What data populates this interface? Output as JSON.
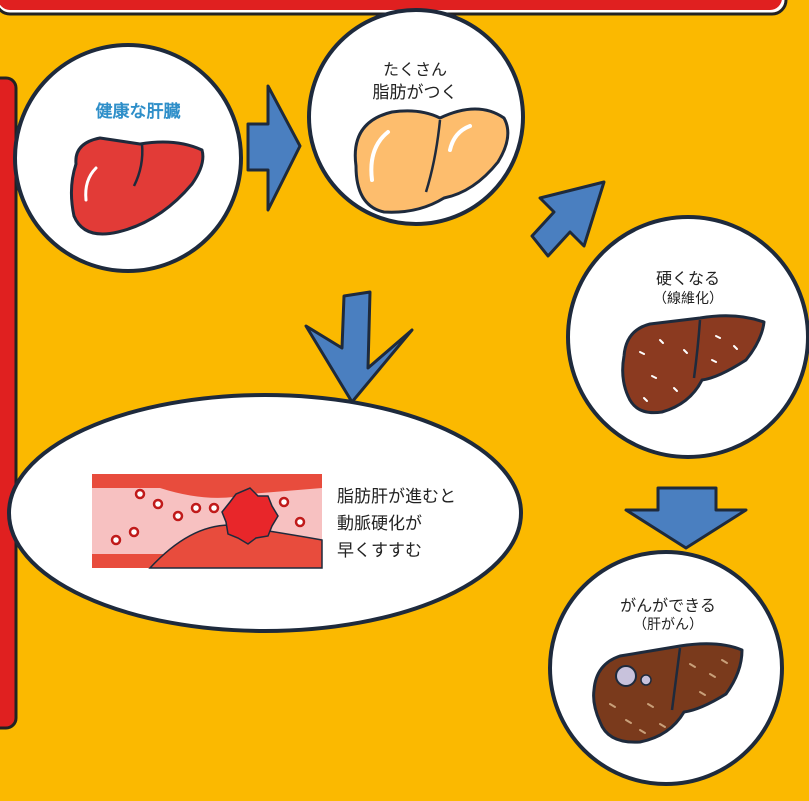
{
  "stages": {
    "healthy": {
      "label": "健康な肝臓"
    },
    "fatty": {
      "line1": "たくさん",
      "line2": "脂肪がつく"
    },
    "hardened": {
      "line1": "硬くなる",
      "line2": "（線維化）"
    },
    "cancer": {
      "line1": "がんができる",
      "line2": "（肝がん）"
    }
  },
  "atherosclerosis": {
    "line1": "脂肪肝が進むと",
    "line2": "動脈硬化が",
    "line3": "早くすすむ"
  },
  "colors": {
    "background": "#fbb900",
    "healthy_liver": "#e23b37",
    "fatty_liver": "#fdbd6d",
    "hard_liver": "#8b3a20",
    "cancer_liver": "#7a3a1c",
    "arrow": "#4a7fc0",
    "healthy_label": "#2f8fc9",
    "frame_red": "#e02020"
  }
}
